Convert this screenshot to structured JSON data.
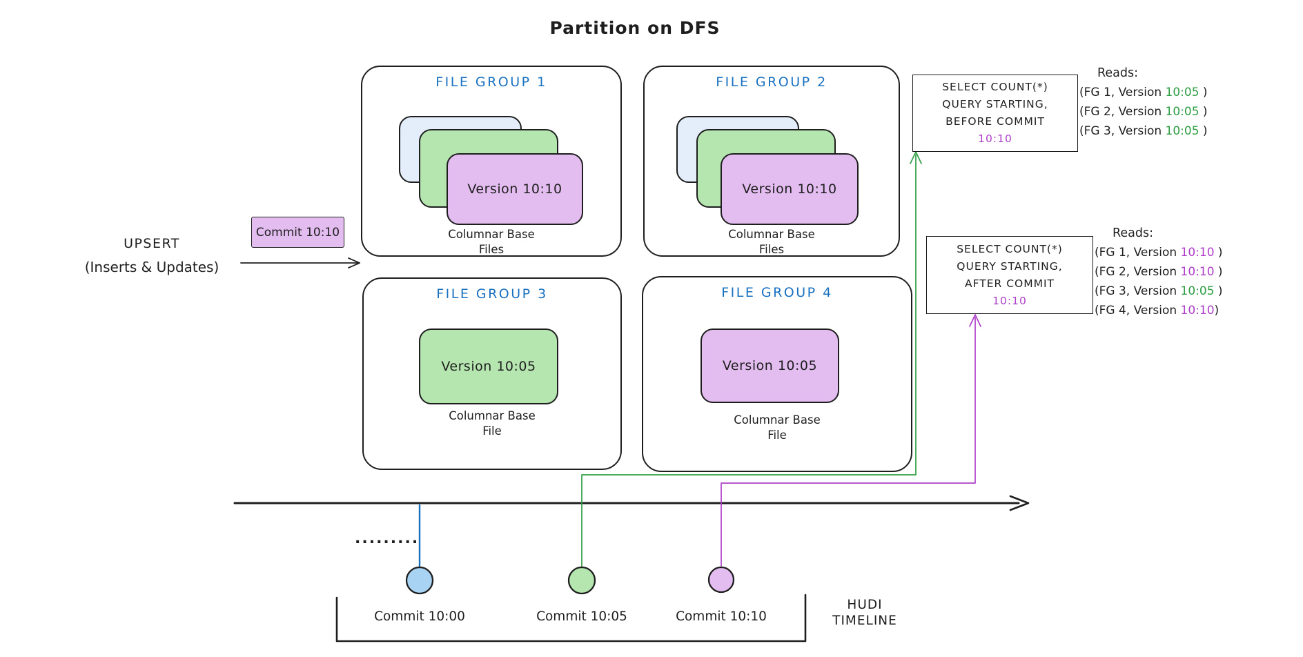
{
  "title": "Partition on DFS",
  "upsert": {
    "line1": "UPSERT",
    "line2": "(Inserts & Updates)"
  },
  "commit_box_label": "Commit 10:10",
  "file_groups": [
    {
      "label": "FILE GROUP 1",
      "version": "Version 10:10",
      "caption_line1": "Columnar Base",
      "caption_line2": "Files"
    },
    {
      "label": "FILE GROUP 2",
      "version": "Version 10:10",
      "caption_line1": "Columnar Base",
      "caption_line2": "Files"
    },
    {
      "label": "FILE GROUP 3",
      "version": "Version 10:05",
      "caption_line1": "Columnar Base",
      "caption_line2": "File"
    },
    {
      "label": "FILE GROUP 4",
      "version": "Version 10:05",
      "caption_line1": "Columnar Base",
      "caption_line2": "File"
    }
  ],
  "query_before": {
    "line1": "SELECT COUNT(*)",
    "line2": "QUERY STARTING,",
    "line3": "BEFORE COMMIT",
    "time": "10:10",
    "reads_title": "Reads:",
    "rows": [
      {
        "prefix": "(FG 1, Version ",
        "value": "10:05",
        "suffix": " )"
      },
      {
        "prefix": "(FG 2, Version ",
        "value": "10:05",
        "suffix": " )"
      },
      {
        "prefix": "(FG 3, Version ",
        "value": "10:05",
        "suffix": " )"
      }
    ]
  },
  "query_after": {
    "line1": "SELECT COUNT(*)",
    "line2": "QUERY STARTING,",
    "line3": "AFTER COMMIT",
    "time": "10:10",
    "reads_title": "Reads:",
    "rows": [
      {
        "prefix": "(FG 1, Version ",
        "value": "10:10",
        "suffix": " )"
      },
      {
        "prefix": "(FG 2, Version ",
        "value": "10:10",
        "suffix": " )"
      },
      {
        "prefix": "(FG 3, Version ",
        "value": "10:05",
        "suffix": " )"
      },
      {
        "prefix": "(FG 4, Version ",
        "value": "10:10",
        "suffix": ")"
      }
    ]
  },
  "timeline": {
    "dots": ".........",
    "commit_labels": [
      "Commit 10:00",
      "Commit 10:05",
      "Commit 10:10"
    ],
    "axis_label_line1": "HUDI",
    "axis_label_line2": "TIMELINE"
  },
  "colors": {
    "blue_text": "#1971c2",
    "green": "#2f9e44",
    "purple": "#ae3ec9",
    "blue_fill": "#a9d3f2",
    "green_fill": "#b6e6b0",
    "purple_fill": "#e3bcf0",
    "light_blue_fill": "#e4eefb",
    "stroke": "#1e1e1e"
  }
}
